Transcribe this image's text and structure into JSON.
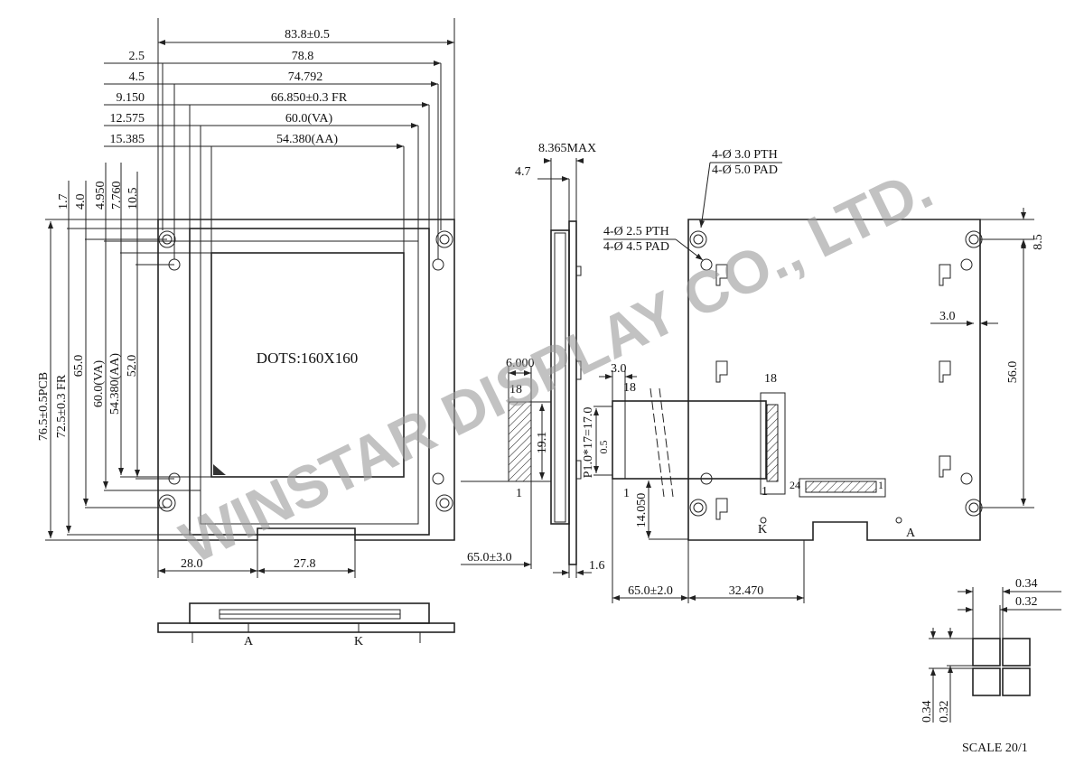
{
  "watermark": "WINSTAR DISPLAY CO., LTD.",
  "front_view": {
    "center_label": "DOTS:160X160",
    "horizontal_dims": [
      {
        "offset": "",
        "value": "83.8±0.5"
      },
      {
        "offset": "2.5",
        "value": "78.8"
      },
      {
        "offset": "4.5",
        "value": "74.792"
      },
      {
        "offset": "9.150",
        "value": "66.850±0.3 FR"
      },
      {
        "offset": "12.575",
        "value": "60.0(VA)"
      },
      {
        "offset": "15.385",
        "value": "54.380(AA)"
      }
    ],
    "vertical_offsets": [
      "1.7",
      "4.0",
      "4.950",
      "7.760",
      "10.5"
    ],
    "vertical_dims": [
      "76.5±0.5PCB",
      "72.5±0.3 FR",
      "65.0",
      "60.0(VA)",
      "54.380(AA)",
      "52.0"
    ],
    "bottom_dims": [
      "28.0",
      "27.8"
    ]
  },
  "bottom_view": {
    "label_a": "A",
    "label_k": "K"
  },
  "side_view": {
    "max_thickness": "8.365MAX",
    "depth": "4.7",
    "fpc_thickness": "1.6",
    "fpc_width": "6.000",
    "pin_18": "18",
    "fpc_height": "19.1",
    "pin_1": "1",
    "fpc_length": "65.0±3.0"
  },
  "back_view": {
    "hole_large_pth": "4-Ø 3.0 PTH",
    "hole_large_pad": "4-Ø 5.0 PAD",
    "hole_small_pth": "4-Ø 2.5 PTH",
    "hole_small_pad": "4-Ø 4.5 PAD",
    "top_offset": "8.5",
    "hole_pitch": "56.0",
    "edge_offset": "3.0",
    "fpc_tab": "3.0",
    "fpc_pin_18": "18",
    "fpc_pitch": "P1.0*17=17.0",
    "fpc_pin_width": "0.5",
    "fpc_pin_1": "1",
    "fpc_offset": "14.050",
    "conn_pin_18": "18",
    "conn_pin_1": "1",
    "conn2_pin_24": "24",
    "conn2_pin_1": "1",
    "label_k": "K",
    "label_a": "A",
    "fpc_length": "65.0±2.0",
    "conn_offset": "32.470"
  },
  "dot_detail": {
    "pitch_h": "0.34",
    "size_h": "0.32",
    "pitch_v": "0.34",
    "size_v": "0.32",
    "scale": "SCALE 20/1"
  }
}
